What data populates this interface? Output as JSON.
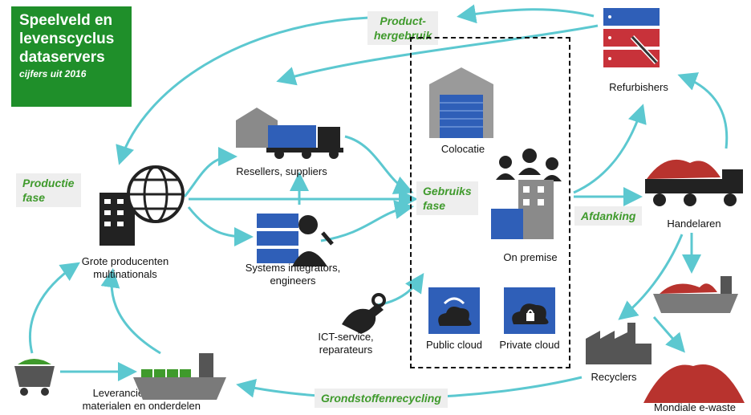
{
  "title": {
    "lines": [
      "Speelveld en",
      "levenscyclus",
      "dataservers"
    ],
    "subtitle": "cijfers uit 2016"
  },
  "phases": {
    "product_hergebruik": [
      "Product-",
      "hergebruik"
    ],
    "productie_fase": [
      "Productie",
      "fase"
    ],
    "gebruiks_fase": [
      "Gebruiks",
      "fase"
    ],
    "afdanking": "Afdanking",
    "grondstoffenrecycling": "Grondstoffenrecycling"
  },
  "nodes": {
    "refurbishers": "Refurbishers",
    "colocatie": "Colocatie",
    "resellers": "Resellers, suppliers",
    "handelaren": "Handelaren",
    "grote_producenten": [
      "Grote producenten",
      "multinationals"
    ],
    "systems_integrators": [
      "Systems integrators,",
      "engineers"
    ],
    "on_premise": "On premise",
    "ict_service": [
      "ICT-service,",
      "reparateurs"
    ],
    "public_cloud": "Public cloud",
    "private_cloud": "Private cloud",
    "recyclers": "Recyclers",
    "leveranciers": [
      "Leveranciers",
      "materialen en onderdelen"
    ],
    "mondiale_ewaste": "Mondiale e-waste"
  },
  "colors": {
    "arrow": "#5cc8d0",
    "phase_text": "#3f9a2c",
    "title_bg": "#1f8f2a",
    "server_blue": "#2f5fb8",
    "refurb_red": "#c8323a",
    "ewaste_red": "#b8332e",
    "dark": "#222222",
    "grey": "#7a7a7a"
  }
}
